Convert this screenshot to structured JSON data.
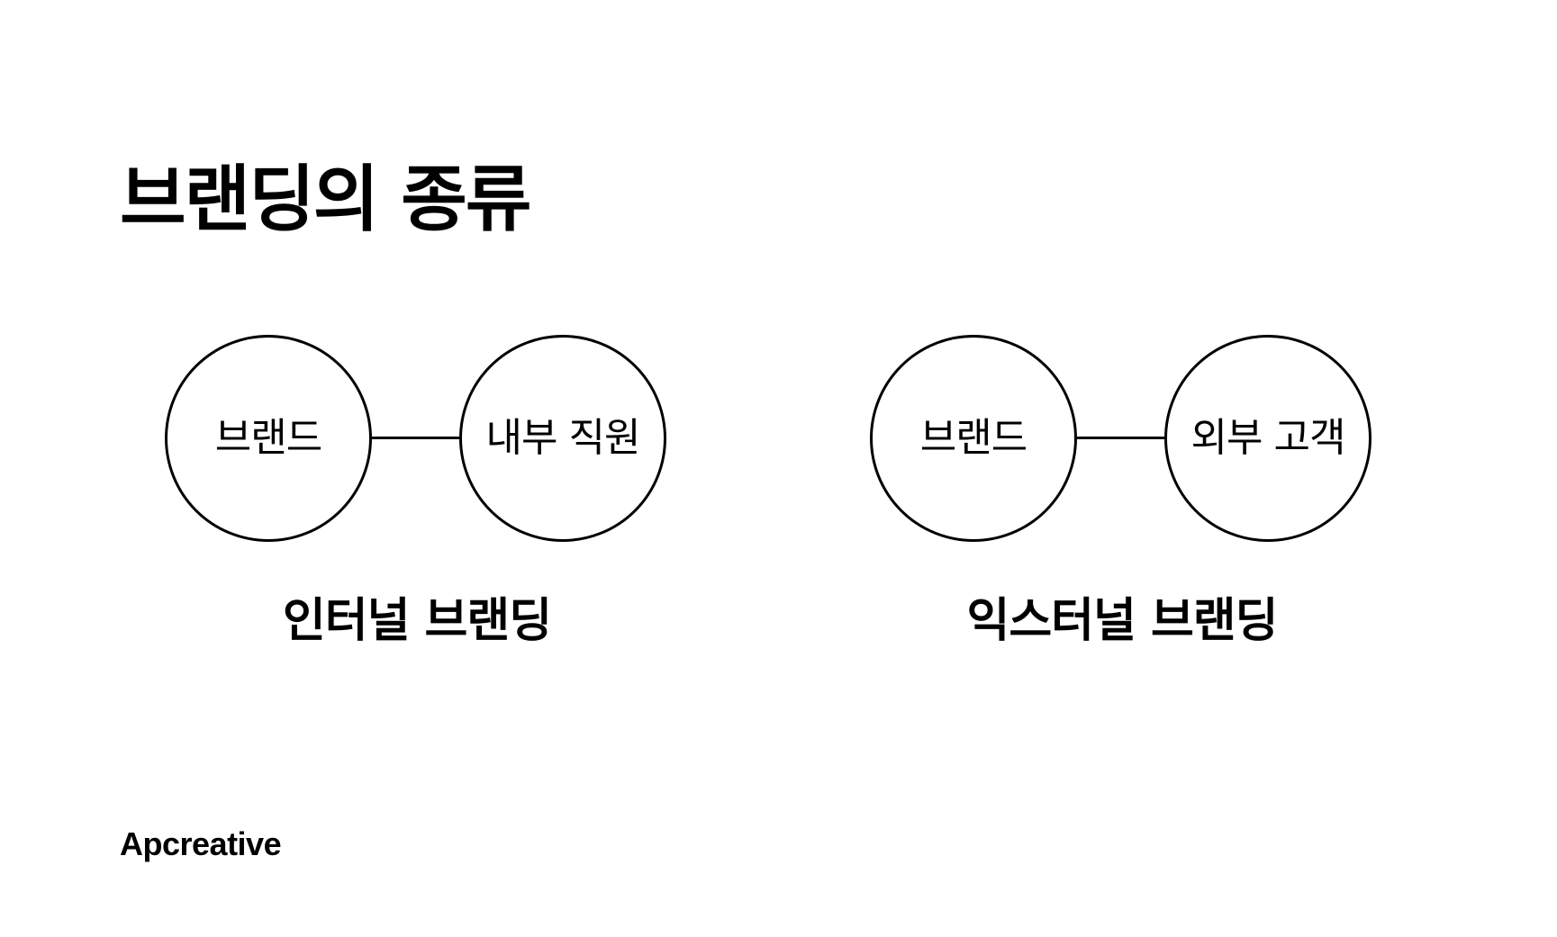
{
  "page": {
    "title": "브랜딩의 종류",
    "background_color": "#ffffff",
    "foreground_color": "#000000"
  },
  "diagrams": [
    {
      "caption": "인터널 브랜딩",
      "nodes": [
        {
          "label": "브랜드"
        },
        {
          "label": "내부 직원"
        }
      ],
      "connector": "line"
    },
    {
      "caption": "익스터널 브랜딩",
      "nodes": [
        {
          "label": "브랜드"
        },
        {
          "label": "외부 고객"
        }
      ],
      "connector": "line"
    }
  ],
  "footer": {
    "logo_text": "Apcreative"
  }
}
